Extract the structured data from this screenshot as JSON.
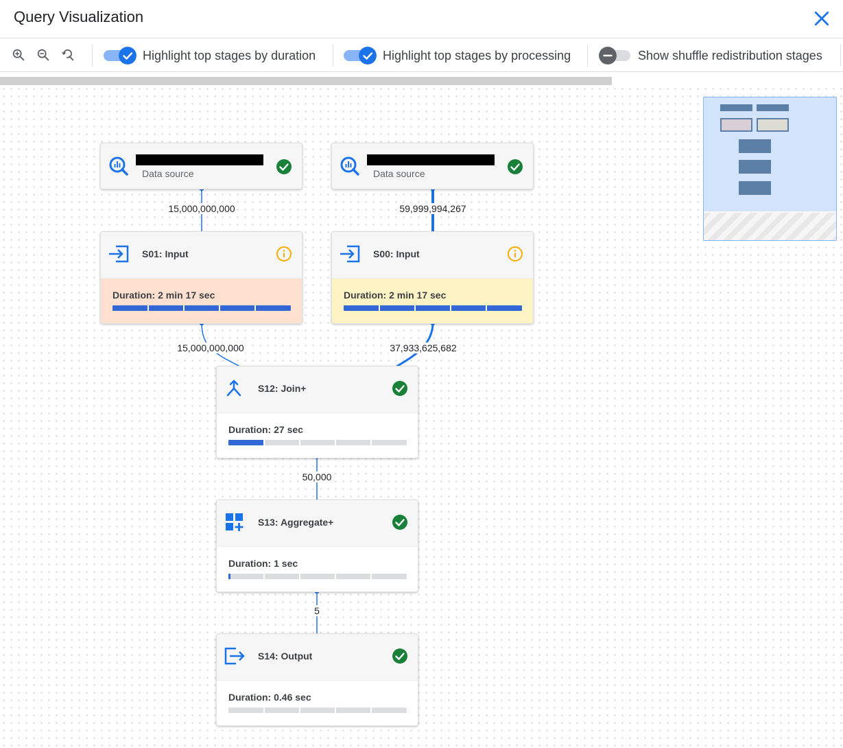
{
  "header": {
    "title": "Query Visualization"
  },
  "toolbar": {
    "toggles": [
      {
        "label": "Highlight top stages by duration",
        "on": true
      },
      {
        "label": "Highlight top stages by processing",
        "on": true
      },
      {
        "label": "Show shuffle redistribution stages",
        "on": false
      }
    ]
  },
  "graph": {
    "sources": [
      {
        "label": "Data source",
        "status": "complete"
      },
      {
        "label": "Data source",
        "status": "complete"
      }
    ],
    "stages": [
      {
        "title": "S01: Input",
        "duration": "Duration: 2 min 17 sec",
        "progress": 1.0,
        "status": "info"
      },
      {
        "title": "S00: Input",
        "duration": "Duration: 2 min 17 sec",
        "progress": 1.0,
        "status": "info"
      },
      {
        "title": "S12: Join+",
        "duration": "Duration: 27 sec",
        "progress": 0.2,
        "status": "complete"
      },
      {
        "title": "S13: Aggregate+",
        "duration": "Duration: 1 sec",
        "progress": 0.01,
        "status": "complete"
      },
      {
        "title": "S14: Output",
        "duration": "Duration: 0.46 sec",
        "progress": 0.0,
        "status": "complete"
      }
    ],
    "edge_counts": [
      "15,000,000,000",
      "59,999,994,267",
      "15,000,000,000",
      "37,933,625,682",
      "50,000",
      "5"
    ]
  },
  "colors": {
    "accent": "#1a73e8",
    "progress": "#3367d6",
    "success": "#188038",
    "warning": "#f9ab00",
    "s01_highlight": "#fde0d0",
    "s00_highlight": "#fef3c4"
  }
}
